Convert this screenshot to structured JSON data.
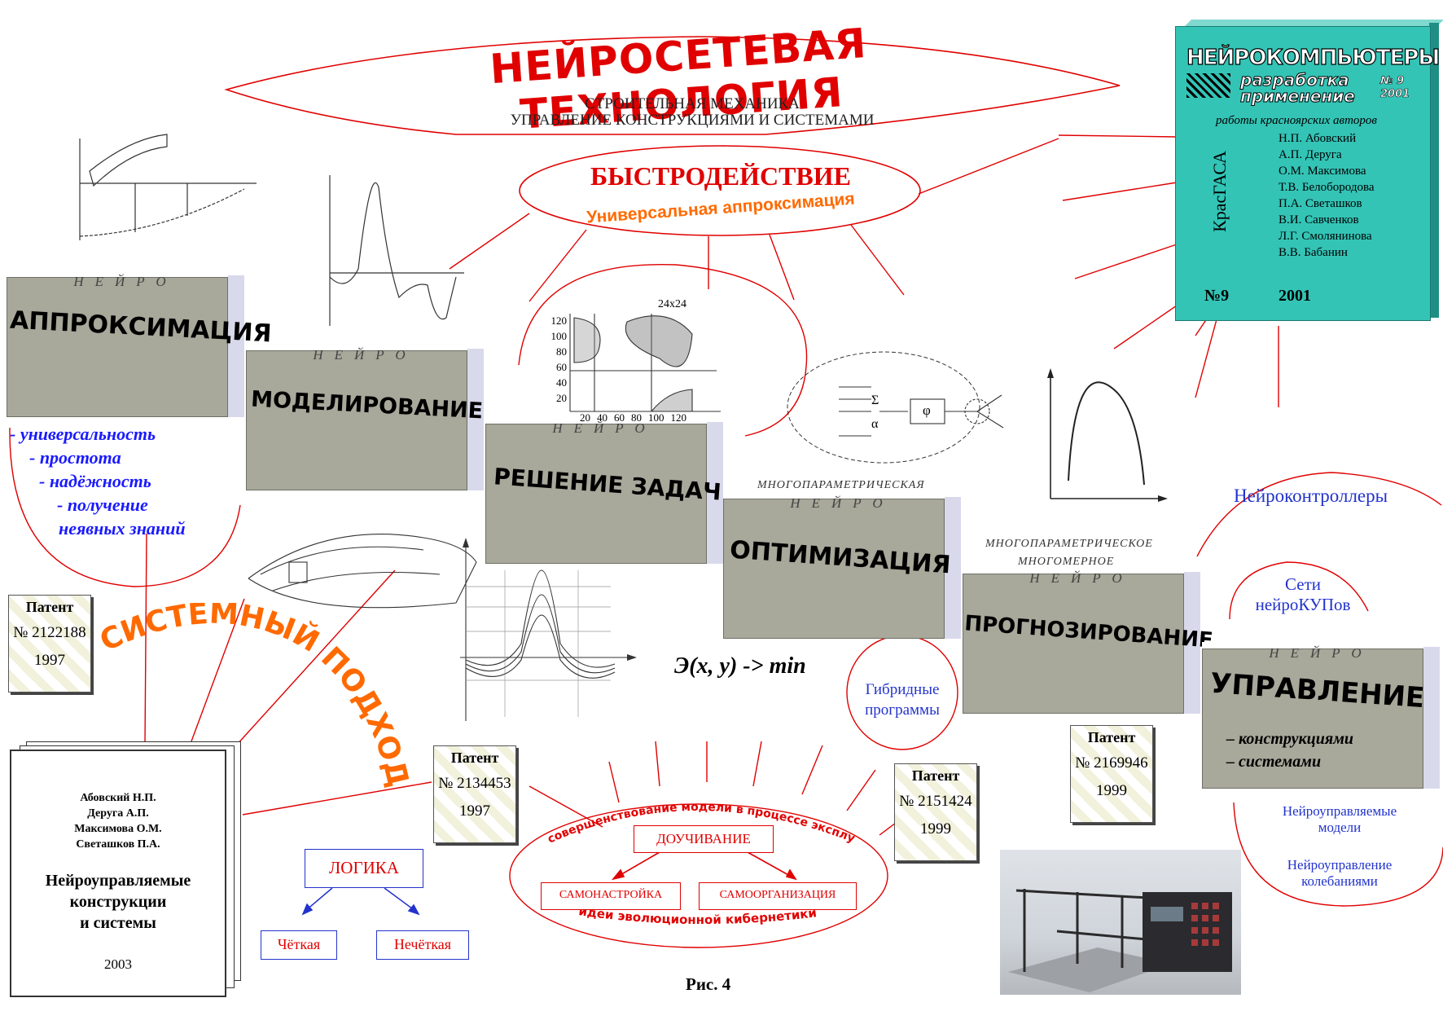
{
  "title": "НЕЙРОСЕТЕВАЯ ТЕХНОЛОГИЯ",
  "subtitle_lines": [
    "СТРОИТЕЛЬНАЯ МЕХАНИКА",
    "УПРАВЛЕНИЕ КОНСТРУКЦИЯМИ И СИСТЕМАМИ"
  ],
  "speed": {
    "heading": "БЫСТРОДЕЙСТВИЕ",
    "sub": "Универсальная аппроксимация"
  },
  "neiro": "НЕЙРО",
  "stages": [
    {
      "label": "АППРОКСИМАЦИЯ"
    },
    {
      "label": "МОДЕЛИРОВАНИЕ"
    },
    {
      "label": "РЕШЕНИЕ ЗАДАЧ"
    },
    {
      "label": "ОПТИМИЗАЦИЯ",
      "prefix": "МНОГОПАРАМЕТРИЧЕСКАЯ"
    },
    {
      "label": "ПРОГНОЗИРОВАНИЕ",
      "prefix1": "МНОГОПАРАМЕТРИЧЕСКОЕ",
      "prefix2": "МНОГОМЕРНОЕ"
    },
    {
      "label": "УПРАВЛЕНИЕ",
      "items": [
        "– конструкциями",
        "– системами"
      ]
    }
  ],
  "approx_features": [
    "- универсальность",
    "- простота",
    "- надёжность",
    "- получение",
    "неявных знаний"
  ],
  "systems_approach": "СИСТЕМНЫЙ ПОДХОД",
  "formula": "Э(x, y) -> min",
  "patents": [
    {
      "label": "Патент",
      "number": "№ 2122188",
      "year": "1997"
    },
    {
      "label": "Патент",
      "number": "№ 2134453",
      "year": "1997"
    },
    {
      "label": "Патент",
      "number": "№ 2151424",
      "year": "1999"
    },
    {
      "label": "Патент",
      "number": "№ 2169946",
      "year": "1999"
    }
  ],
  "book": {
    "authors": [
      "Абовский Н.П.",
      "Деруга А.П.",
      "Максимова О.М.",
      "Светашков П.А."
    ],
    "title_lines": [
      "Нейроуправляемые",
      "конструкции",
      "и системы"
    ],
    "year": "2003"
  },
  "journal": {
    "title": "НЕЙРОКОМПЬЮТЕРЫ",
    "subtitle1": "разработка",
    "subtitle2": "применение",
    "issue_small": "№ 9",
    "year_small": "2001",
    "authors_caption": "работы красноярских авторов",
    "authors": [
      "Н.П. Абовский",
      "А.П. Деруга",
      "О.М. Максимова",
      "Т.В. Белобородова",
      "П.А. Светашков",
      "В.И. Савченков",
      "Л.Г. Смолянинова",
      "В.В. Бабанин"
    ],
    "vertical_text": "КрасГАСА",
    "issue": "№9",
    "year": "2001"
  },
  "logic": {
    "title": "ЛОГИКА",
    "crisp": "Чёткая",
    "fuzzy": "Нечёткая"
  },
  "learning": {
    "top_arc": "совершенствование модели в процессе эксплуатации",
    "retraining": "ДОУЧИВАНИЕ",
    "self_tuning": "САМОНАСТРОЙКА",
    "self_org": "САМООРГАНИЗАЦИЯ",
    "bottom_arc": "идеи эволюционной кибернетики"
  },
  "right_labels": {
    "controllers": "Нейроконтроллеры",
    "networks_1": "Сети",
    "networks_2": "нейроКУПов",
    "hybrid_1": "Гибридные",
    "hybrid_2": "программы",
    "models_1": "Нейроуправляемые",
    "models_2": "модели",
    "vibr_1": "Нейроуправление",
    "vibr_2": "колебаниями"
  },
  "figure_caption": "Рис. 4",
  "mini_chart_ticks": {
    "y": [
      "120",
      "100",
      "80",
      "60",
      "40",
      "20"
    ],
    "x": [
      "20",
      "40",
      "60",
      "80",
      "100",
      "120"
    ],
    "grid_label": "24x24"
  },
  "neuron": {
    "sum": "Σ",
    "alpha": "α",
    "phi": "φ"
  },
  "colors": {
    "red": "#e00000",
    "blue": "#2233cc",
    "journal": "#33c4b6",
    "box": "#a8a89b",
    "orange": "#ff6a00"
  }
}
